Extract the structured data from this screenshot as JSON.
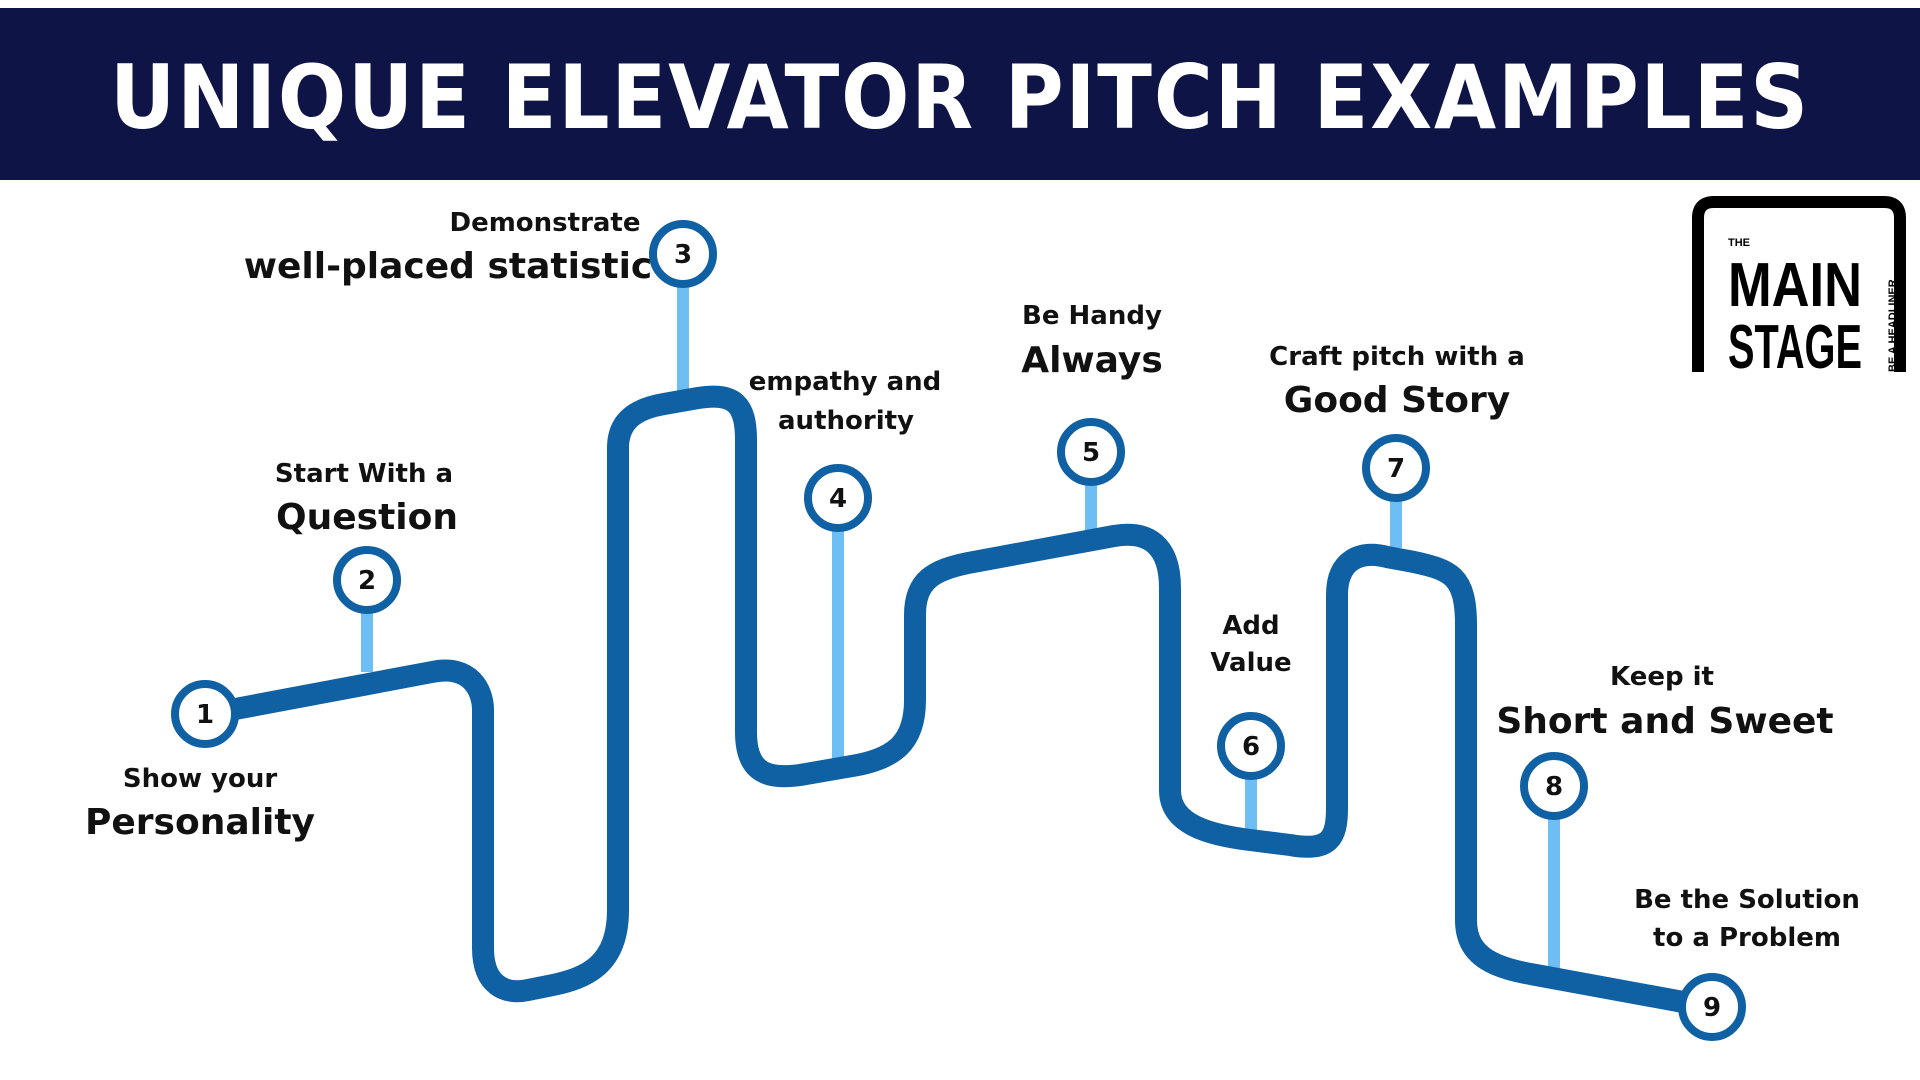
{
  "title": "UNIQUE ELEVATOR PITCH EXAMPLES",
  "colors": {
    "banner": "#0e1446",
    "path": "#1060a4",
    "connector": "#6cbef5",
    "node_ring": "#1060a4",
    "text": "#111111"
  },
  "logo": {
    "the": "THE",
    "line1": "MAIN",
    "line2": "STAGE",
    "tagline": "BE A HEADLINER"
  },
  "steps": [
    {
      "number": "1",
      "small": "Show your",
      "big": "Personality"
    },
    {
      "number": "2",
      "small": "Start With a",
      "big": "Question"
    },
    {
      "number": "3",
      "small": "Demonstrate",
      "big": "well-placed statistic"
    },
    {
      "number": "4",
      "small": "empathy and",
      "small2": "authority"
    },
    {
      "number": "5",
      "small": "Be Handy",
      "big": "Always"
    },
    {
      "number": "6",
      "small": "Add",
      "small2": "Value"
    },
    {
      "number": "7",
      "small": "Craft pitch with a",
      "big": "Good Story"
    },
    {
      "number": "8",
      "small": "Keep it",
      "big": "Short and Sweet"
    },
    {
      "number": "9",
      "small": "Be the Solution",
      "small2": "to a Problem"
    }
  ]
}
